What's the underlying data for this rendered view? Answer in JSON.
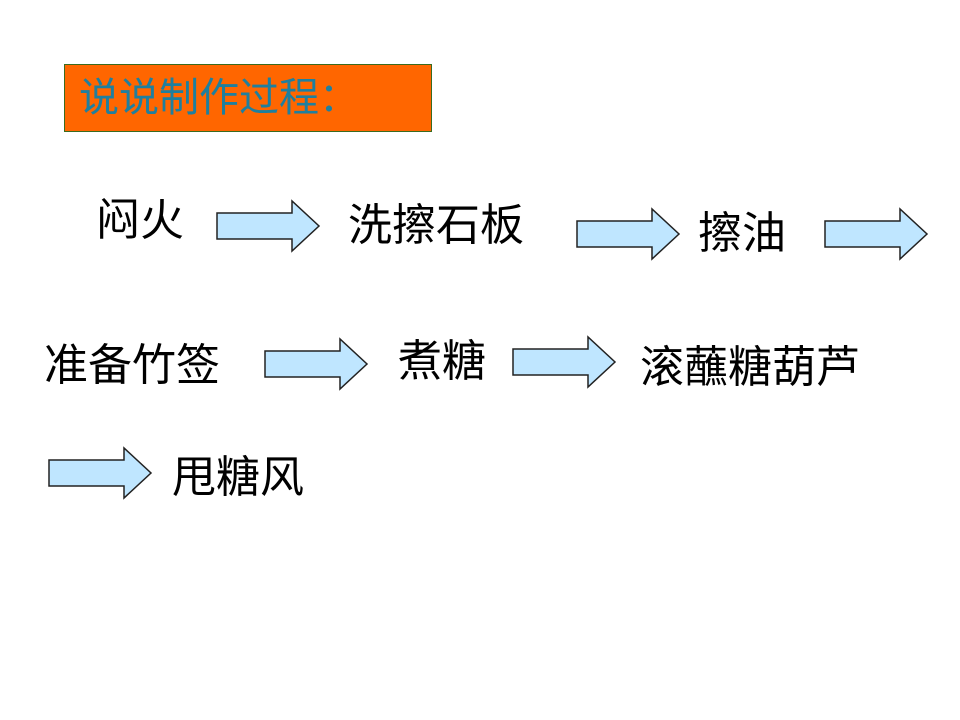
{
  "colors": {
    "title_bg": "#ff6600",
    "title_text": "#1f7f9e",
    "arrow_fill": "#bfe6ff",
    "arrow_stroke": "#222222"
  },
  "title": "说说制作过程：",
  "steps": [
    "闷火",
    "洗擦石板",
    "擦油",
    "准备竹签",
    "煮糖",
    "滚蘸糖葫芦",
    "甩糖风"
  ]
}
